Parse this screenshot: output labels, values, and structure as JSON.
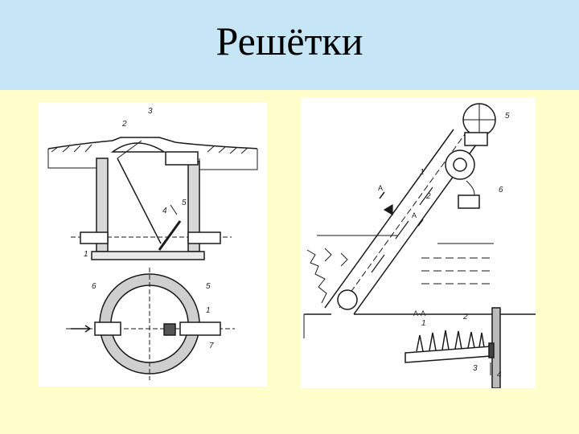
{
  "slide": {
    "title": "Решётки"
  },
  "left_figure": {
    "callouts": {
      "top_2": "2",
      "top_3": "3",
      "top_4": "4",
      "top_5": "5",
      "top_1": "1",
      "plan_6": "6",
      "plan_5": "5",
      "plan_1": "1",
      "plan_7": "7"
    }
  },
  "right_figure": {
    "callouts": {
      "c5": "5",
      "c1": "1",
      "c2": "2",
      "c6": "6",
      "section_a_upper": "А",
      "section_a_lower": "А",
      "section_label": "А-А",
      "s1": "1",
      "s2": "2",
      "s3": "3",
      "s4": "4"
    }
  },
  "colors": {
    "title_band": "#c6e6f5",
    "background": "#ffffcc",
    "ink": "#1a1a1a"
  }
}
